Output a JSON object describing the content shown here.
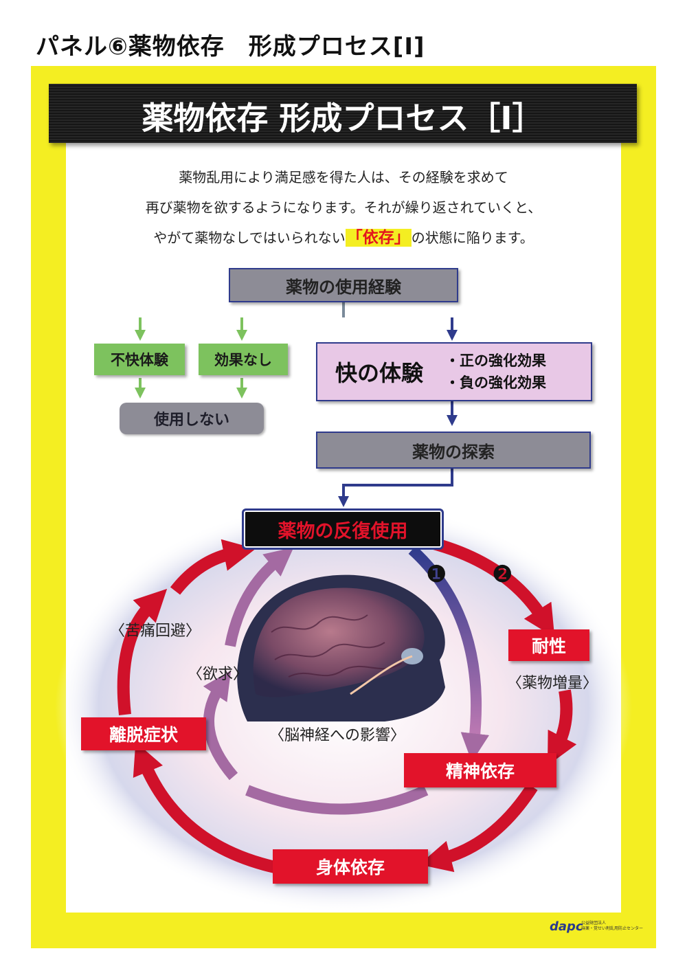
{
  "page_title": "パネル⑥薬物依存　形成プロセス[Ⅰ]",
  "banner_title": "薬物依存 形成プロセス［Ⅰ］",
  "intro": {
    "line1": "薬物乱用により満足感を得た人は、その経験を求めて",
    "line2": "再び薬物を欲するようになります。それが繰り返されていくと、",
    "line3_before": "やがて薬物なしではいられない",
    "line3_highlight": "「依存」",
    "line3_after": "の状態に陥ります。"
  },
  "flow": {
    "use_experience": "薬物の使用経験",
    "unpleasant": "不快体験",
    "no_effect": "効果なし",
    "no_use": "使用しない",
    "pleasure": "快の体験",
    "positive_reinforcement": "・正の強化効果",
    "negative_reinforcement": "・負の強化効果",
    "drug_seeking": "薬物の探索",
    "repeated_use": "薬物の反復使用"
  },
  "cycle": {
    "marker1": "❶",
    "marker2": "❷",
    "tolerance": "耐性",
    "dose_increase": "〈薬物増量〉",
    "psychological": "精神依存",
    "physical": "身体依存",
    "withdrawal": "離脱症状",
    "pain_avoidance": "〈苦痛回避〉",
    "craving": "〈欲求〉",
    "brain_effect": "〈脳神経への影響〉"
  },
  "footer": {
    "logo": "dapc",
    "org_line1": "公益財団法人",
    "org_line2": "麻薬・覚せい剤乱用防止センター"
  },
  "colors": {
    "panel_yellow": "#f4ee22",
    "banner_black": "#1c1c1c",
    "gray_box": "#8d8c96",
    "green": "#7dc25e",
    "pink_box": "#e8c8e6",
    "red": "#e2132a",
    "navy": "#2f3b8c"
  }
}
